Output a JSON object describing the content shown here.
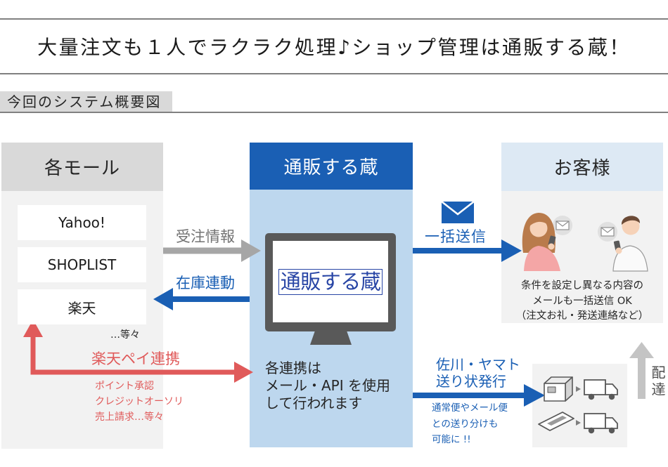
{
  "title": "大量注文も１人でラクラク処理♪ショップ管理は通販する蔵！",
  "section_tab": "今回のシステム概要図",
  "malls": {
    "header": "各モール",
    "items": [
      "Yahoo!",
      "SHOPLIST",
      "楽天"
    ],
    "etc": "…等々",
    "rakuten_pay": {
      "label": "楽天ペイ連携",
      "details": [
        "ポイント承認",
        "クレジットオーソリ",
        "売上請求…等々"
      ]
    }
  },
  "system": {
    "header": "通販する蔵",
    "logo_text": "通販する蔵",
    "note": [
      "各連携は",
      "メール・API を使用",
      "して行われます"
    ]
  },
  "customers": {
    "header": "お客様",
    "note": [
      "条件を設定し異なる内容の",
      "メールも一括送信 OK",
      "（注文お礼・発送連絡など）"
    ]
  },
  "flows": {
    "order_info": "受注情報",
    "stock_sync": "在庫連動",
    "bulk_send": "一括送信",
    "shipping_label": [
      "佐川・ヤマト",
      "送り状発行"
    ],
    "shipping_note": [
      "通常便やメール便",
      "との送り分けも",
      "可能に !!"
    ],
    "delivery": "配達"
  },
  "icons": {
    "bulk_send": "mail-icon",
    "customer_mail": "mail-bubble-icon",
    "parcel": "cardboard-box-icon",
    "mail_package": "flat-package-icon",
    "delivery_vehicle": "truck-icon"
  },
  "colors": {
    "brand_blue": "#1a5fb4",
    "system_panel": "#bdd7ee",
    "mall_header": "#d9d9d9",
    "customer_header": "#dde9f4",
    "panel": "#f2f2f2",
    "rakuten_red": "#e05a5a",
    "arrow_gray": "#a6a6a6",
    "delivery_gray": "#c4c4c4",
    "rule": "#808080"
  }
}
